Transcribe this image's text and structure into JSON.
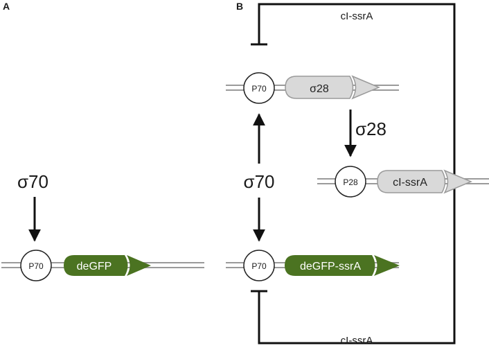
{
  "panels": {
    "a": "A",
    "b": "B"
  },
  "panel_a": {
    "sigma_label": "σ70",
    "promoter": "P70",
    "gene": "deGFP"
  },
  "panel_b": {
    "top_repression_label": "cI-ssrA",
    "bottom_repression_label": "cI-ssrA",
    "sigma70_label": "σ70",
    "sigma28_label": "σ28",
    "promoter_top": "P70",
    "gene_top": "σ28",
    "promoter_mid": "P28",
    "gene_mid": "cI-ssrA",
    "promoter_bottom": "P70",
    "gene_bottom": "deGFP-ssrA"
  },
  "colors": {
    "reporter_fill": "#4b7321",
    "gene_fill": "#d9d9d9",
    "gene_stroke": "#9a9a9a",
    "dna_line": "#9a9a9a",
    "arrow": "#111111"
  }
}
